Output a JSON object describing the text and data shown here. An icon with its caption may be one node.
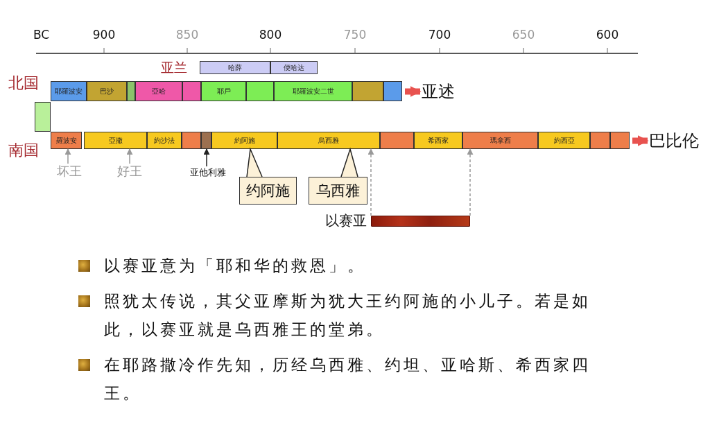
{
  "diagram": {
    "nodes": [
      {
        "text": [
          "哈薛"
        ]
      },
      {
        "text": [
          "便哈达"
        ]
      },
      {
        "text": [
          "耶羅波安"
        ]
      },
      {
        "text": [
          "巴沙"
        ]
      },
      {
        "text": [],
        "shape": "box"
      },
      {
        "text": [
          "亞哈"
        ]
      },
      {
        "text": [],
        "shape": "box"
      },
      {
        "text": [
          "耶戶"
        ]
      },
      {
        "text": [],
        "shape": "box"
      },
      {
        "text": [
          "耶羅波安二世"
        ]
      },
      {
        "text": [],
        "shape": "box"
      },
      {
        "text": [],
        "shape": "box"
      },
      {
        "text": [
          "亚述"
        ]
      },
      {
        "text": [],
        "shape": "box"
      },
      {
        "text": [
          "羅波安"
        ]
      },
      {
        "text": [
          "亞撒"
        ]
      },
      {
        "text": [
          "約沙法"
        ]
      },
      {
        "text": [],
        "shape": "box"
      },
      {
        "text": [],
        "shape": "box"
      },
      {
        "text": [
          "約阿施"
        ]
      },
      {
        "text": [
          "烏西雅"
        ]
      },
      {
        "text": [],
        "shape": "box"
      },
      {
        "text": [
          "希西家"
        ]
      },
      {
        "text": [
          "瑪拿西"
        ]
      },
      {
        "text": [
          "約西亞"
        ]
      },
      {
        "text": [],
        "shape": "box"
      },
      {
        "text": [],
        "shape": "box"
      },
      {
        "text": [
          "巴比伦"
        ]
      },
      {
        "text": [
          "坏王"
        ]
      },
      {
        "text": [
          "好王"
        ]
      },
      {
        "text": [
          "亚他利雅"
        ]
      },
      {
        "text": [
          "约阿施"
        ]
      },
      {
        "text": [
          "乌西雅"
        ]
      },
      {
        "text": [],
        "shape": "bar",
        "beside": [
          "以赛亚"
        ]
      }
    ],
    "edges": [
      {
        "from": 11,
        "to": 12,
        "arrow": "to",
        "style": "thick",
        "color": "#e8524f"
      },
      {
        "from": 26,
        "to": 27,
        "arrow": "to",
        "style": "thick",
        "color": "#e8524f"
      },
      {
        "from": 28,
        "to": 14,
        "arrow": "to",
        "color": "#999999"
      },
      {
        "from": 29,
        "to": 15,
        "arrow": "to",
        "color": "#999999"
      },
      {
        "from": 30,
        "to": 18,
        "arrow": "to",
        "color": "#222222"
      },
      {
        "from": 31,
        "to": 19,
        "arrow": "to",
        "color": "#222222"
      },
      {
        "from": 32,
        "to": 20,
        "arrow": "to",
        "color": "#222222"
      },
      {
        "from": 33,
        "to": 20,
        "arrow": "to",
        "style": "dashed",
        "color": "#999999"
      },
      {
        "from": 33,
        "to": 23,
        "arrow": "to",
        "style": "dashed",
        "color": "#999999"
      }
    ],
    "labels": [
      "BC",
      "900",
      "850",
      "800",
      "750",
      "700",
      "650",
      "600",
      "亚兰",
      "北国",
      "南国",
      "以赛亚意为「耶和华的救恩」。",
      "照犹太传说，其父亚摩斯为犹大王约阿施的小儿子。若是如此，以赛亚就是乌西雅王的堂弟。",
      "在耶路撒冷作先知，历经乌西雅、约坦、亚哈斯、希西家四王。"
    ]
  }
}
